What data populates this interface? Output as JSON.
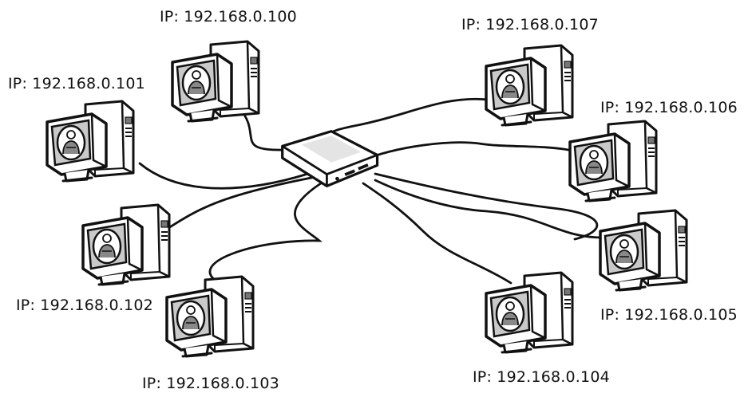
{
  "diagram": {
    "kind": "network-topology",
    "hub": {
      "name": "router",
      "icon": "router-icon"
    },
    "nodes": [
      {
        "id": "pc-100",
        "label": "IP: 192.168.0.100",
        "icon": "computer-icon"
      },
      {
        "id": "pc-101",
        "label": "IP: 192.168.0.101",
        "icon": "computer-icon"
      },
      {
        "id": "pc-102",
        "label": "IP: 192.168.0.102",
        "icon": "computer-icon"
      },
      {
        "id": "pc-103",
        "label": "IP: 192.168.0.103",
        "icon": "computer-icon"
      },
      {
        "id": "pc-104",
        "label": "IP: 192.168.0.104",
        "icon": "computer-icon"
      },
      {
        "id": "pc-105",
        "label": "IP: 192.168.0.105",
        "icon": "computer-icon"
      },
      {
        "id": "pc-106",
        "label": "IP: 192.168.0.106",
        "icon": "computer-icon"
      },
      {
        "id": "pc-107",
        "label": "IP: 192.168.0.107",
        "icon": "computer-icon"
      }
    ],
    "colors": {
      "ink": "#111111",
      "paper": "#ffffff",
      "shade": "#cfcfcf"
    }
  }
}
